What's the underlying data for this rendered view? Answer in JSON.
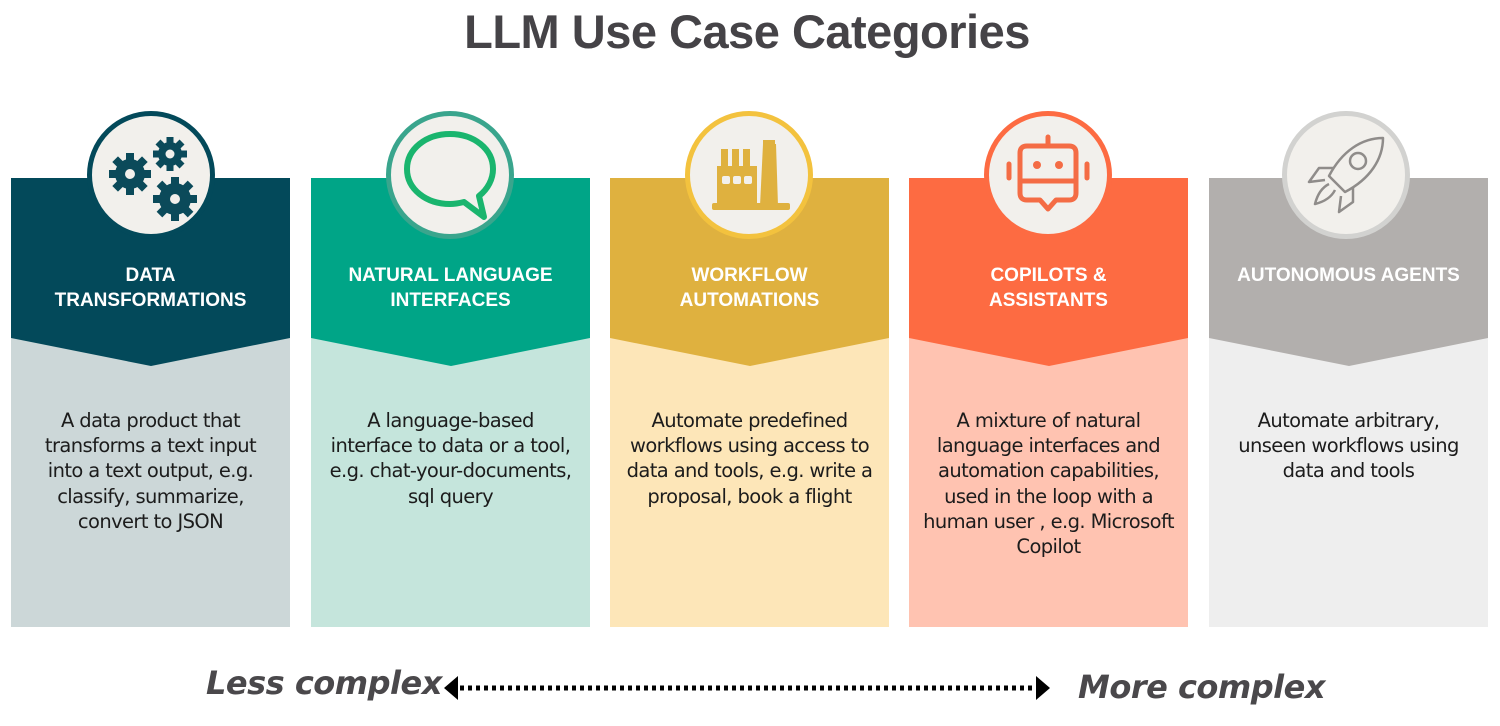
{
  "title": "LLM Use Case Categories",
  "categories": [
    {
      "label_lines": [
        "DATA",
        "TRANSFORMATIONS"
      ],
      "description": "A data product that transforms a text input into a text output, e.g. classify, summarize, convert to JSON",
      "icon": "gears-icon",
      "colors": {
        "band": "#03495a",
        "body": "#ccd7d8",
        "icon": "#0b4a5a",
        "ring": "#03495a"
      }
    },
    {
      "label_lines": [
        "NATURAL LANGUAGE",
        "INTERFACES"
      ],
      "description": "A language-based interface to data or a tool, e.g. chat-your-documents, sql query",
      "icon": "speech-bubble-icon",
      "colors": {
        "band": "#00a587",
        "body": "#c5e5dc",
        "icon": "#1ab56e",
        "ring": "#3aa58d"
      }
    },
    {
      "label_lines": [
        "WORKFLOW",
        "AUTOMATIONS"
      ],
      "description": "Automate predefined workflows using access to data and tools, e.g. write a proposal, book a flight",
      "icon": "factory-icon",
      "colors": {
        "band": "#dfb13f",
        "body": "#fde6b8",
        "icon": "#dfb13f",
        "ring": "#f3c23e"
      }
    },
    {
      "label_lines": [
        "COPILOTS &",
        "ASSISTANTS"
      ],
      "description": "A mixture of natural language interfaces and automation capabilities, used in the loop with a human user , e.g. Microsoft Copilot",
      "icon": "robot-chat-icon",
      "colors": {
        "band": "#fd6b42",
        "body": "#ffc3b1",
        "icon": "#f46c45",
        "ring": "#fd6b42"
      }
    },
    {
      "label_lines": [
        "AUTONOMOUS AGENTS"
      ],
      "description": "Automate arbitrary, unseen workflows using data and tools",
      "icon": "rocket-icon",
      "colors": {
        "band": "#b2afad",
        "body": "#eeeeee",
        "icon": "#8f8c8a",
        "ring": "#d2d2d0"
      }
    }
  ],
  "scale": {
    "left_label": "Less complex",
    "right_label": "More complex",
    "icon": "double-arrow-icon"
  }
}
